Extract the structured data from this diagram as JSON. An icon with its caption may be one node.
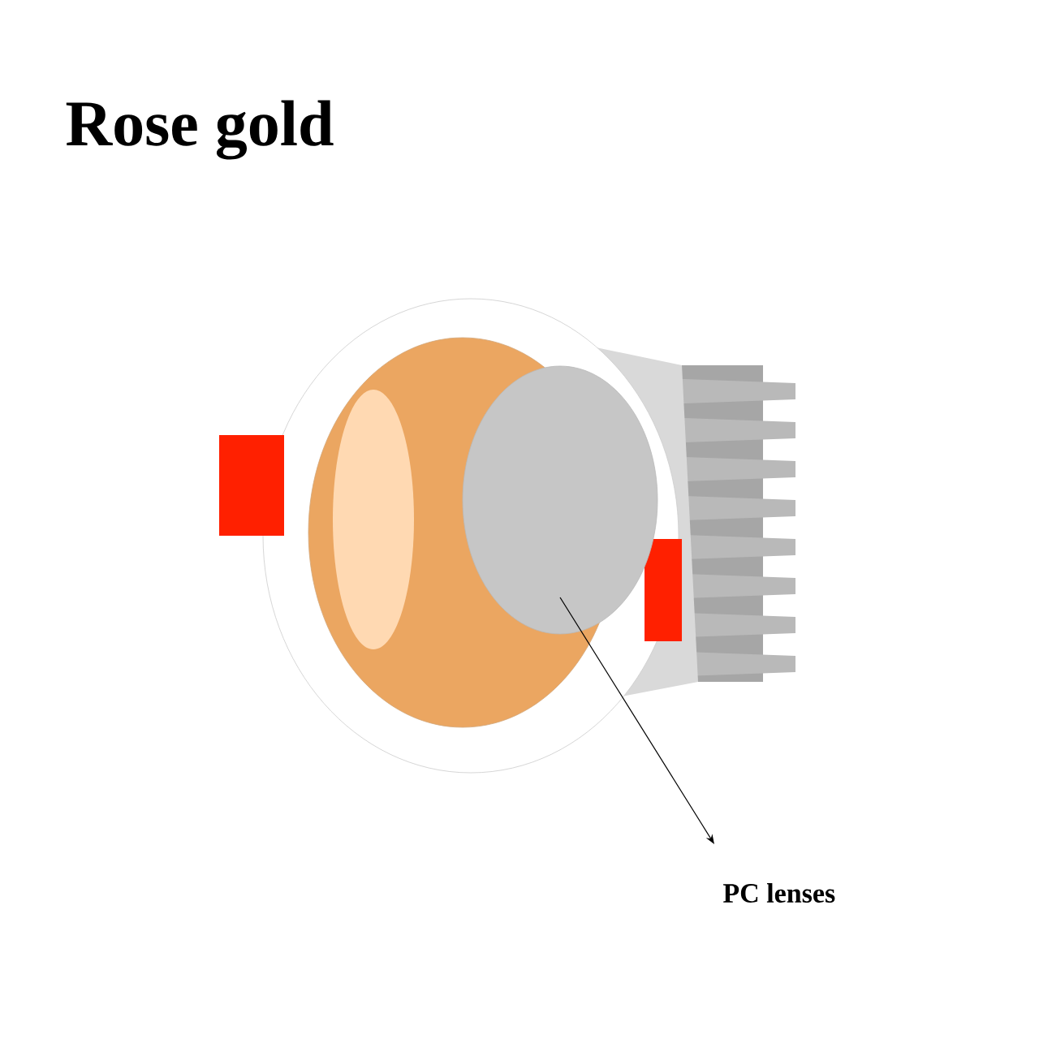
{
  "diagram": {
    "title": "Rose gold",
    "nodes": [
      {
        "text": [
          "PC lenses"
        ]
      },
      {
        "text": [],
        "shape": "circle"
      }
    ],
    "edges": [
      {
        "from": 1,
        "to": 0,
        "arrow": "to"
      }
    ]
  }
}
